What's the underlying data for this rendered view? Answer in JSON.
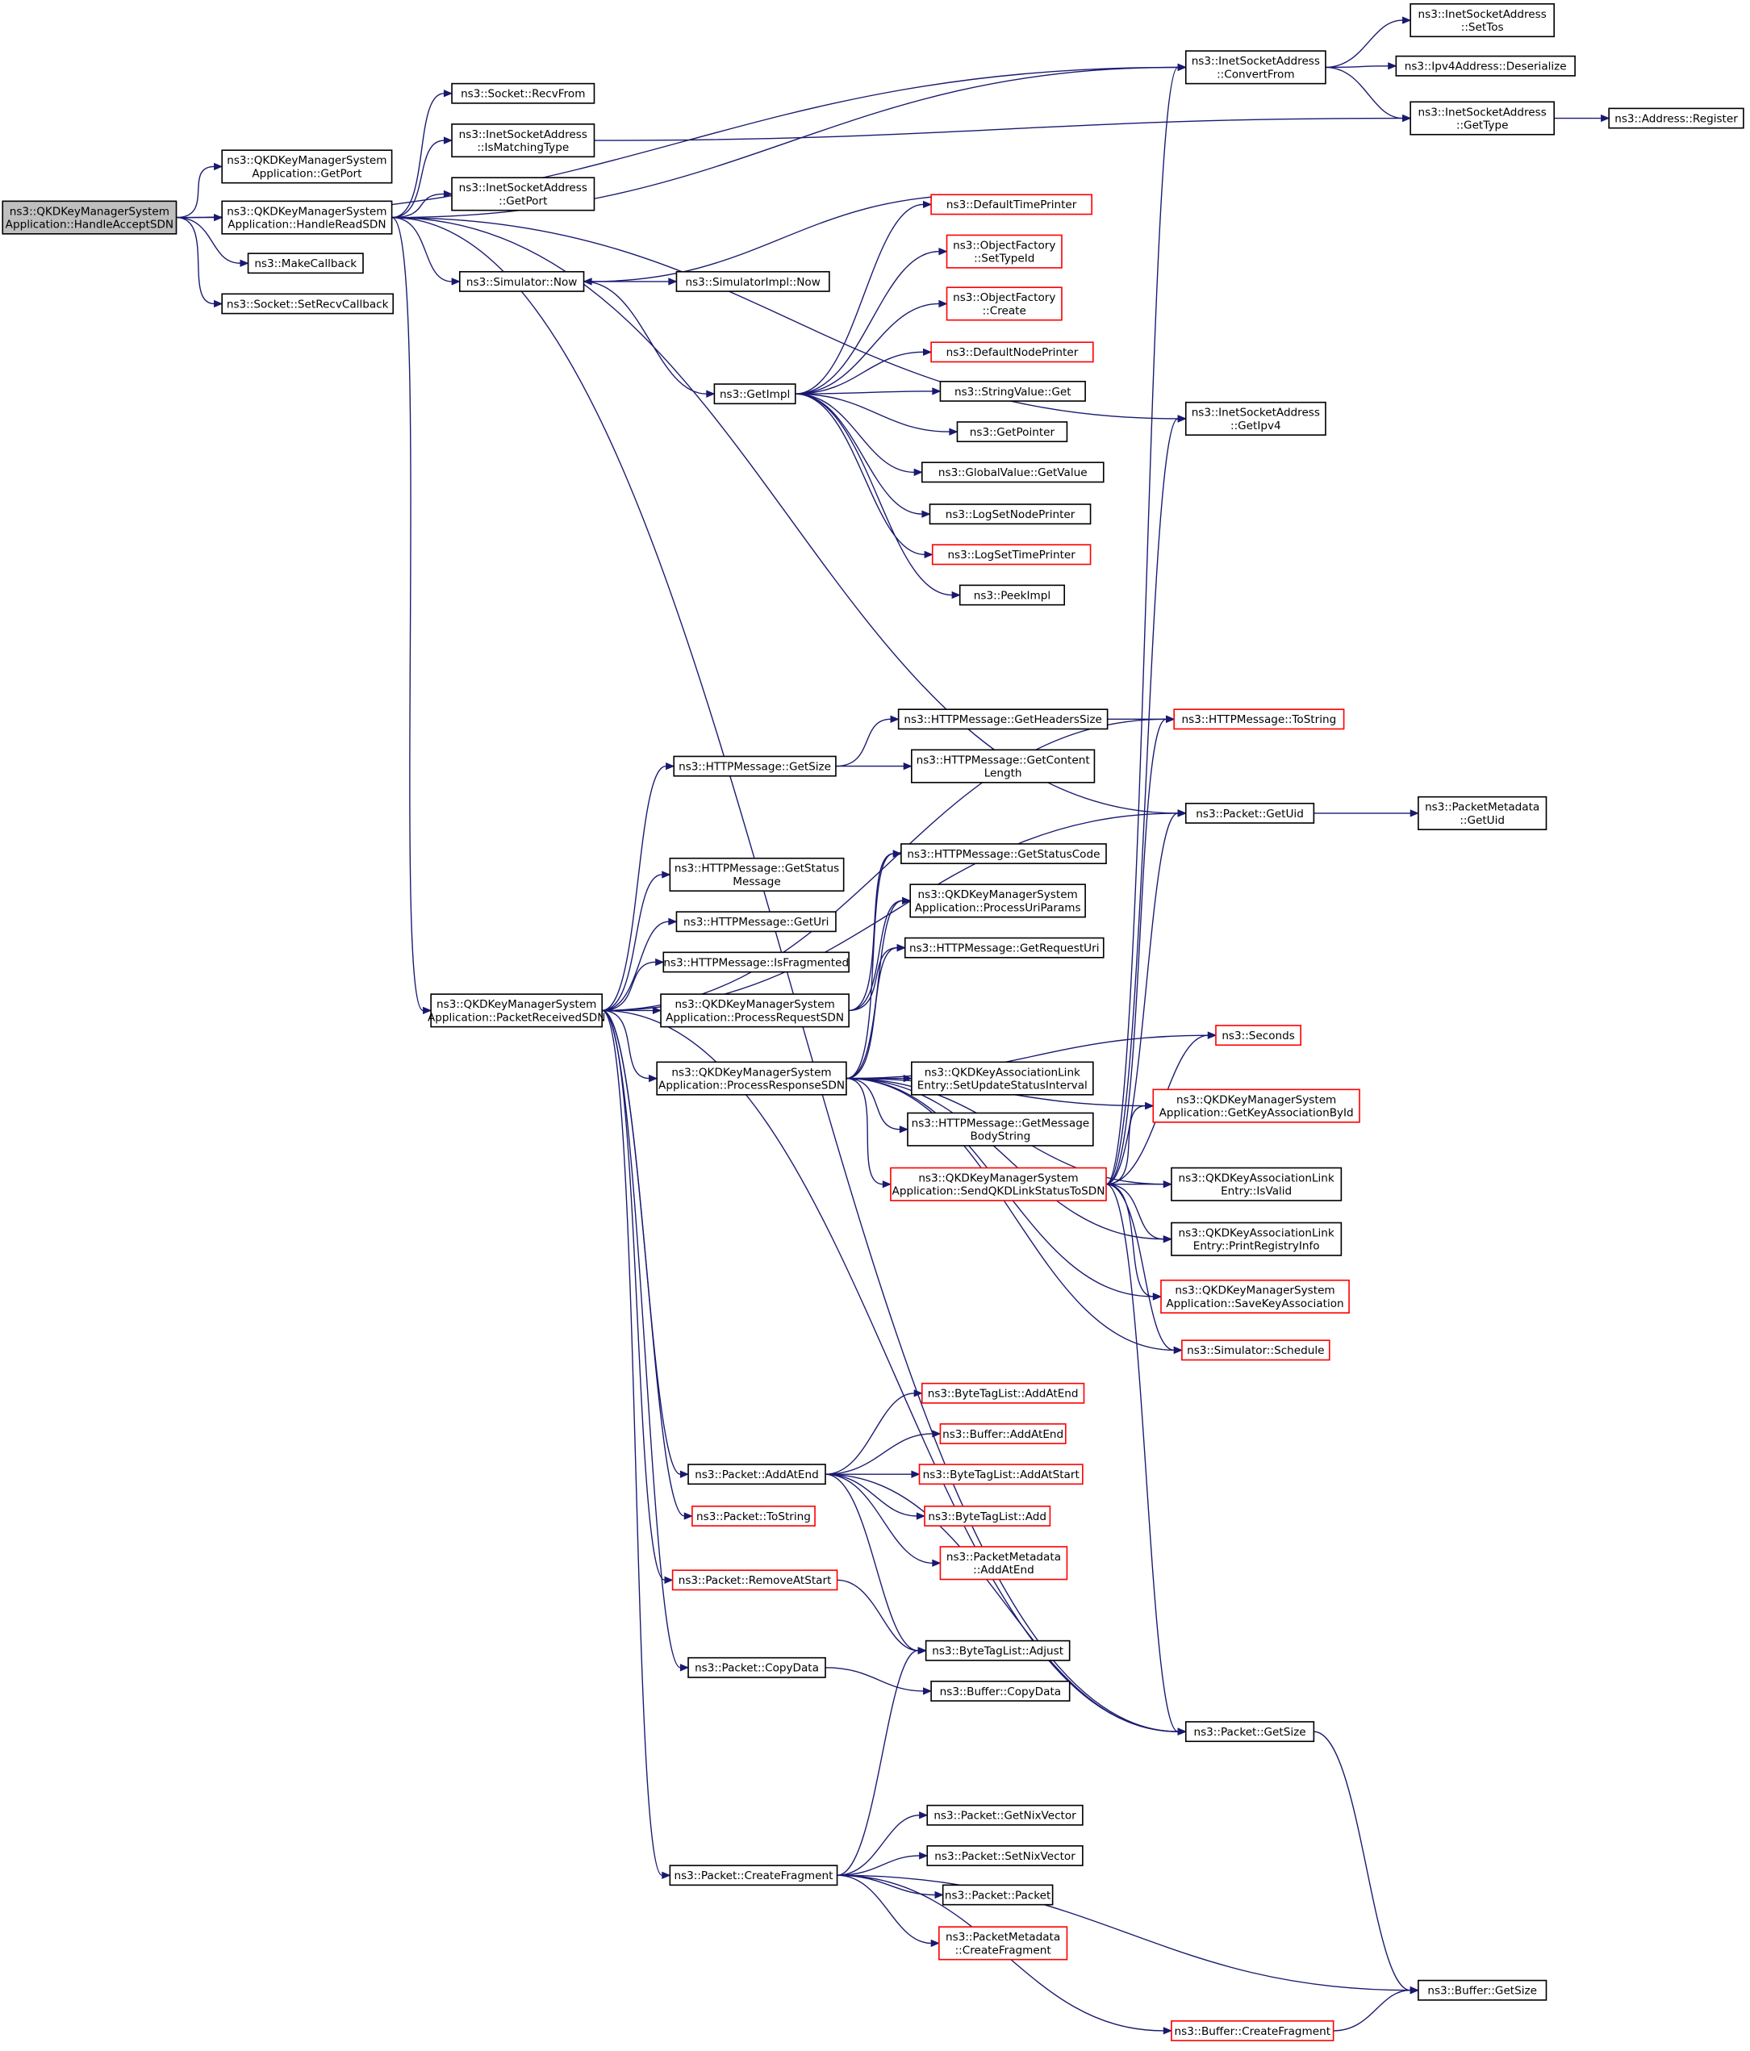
{
  "title": "Call graph of ns3::QKDKeyManagerSystemApplication::HandleAcceptSDN",
  "colors": {
    "edge": "#191970",
    "root_fill": "#bfbfbf",
    "node_fill": "#ffffff",
    "node_border": "#000000",
    "truncated_border": "#ff0000"
  },
  "nodes": [
    {
      "id": "root",
      "lines": [
        "ns3::QKDKeyManagerSystem",
        "Application::HandleAcceptSDN"
      ],
      "root": true
    },
    {
      "id": "getport_app",
      "lines": [
        "ns3::QKDKeyManagerSystem",
        "Application::GetPort"
      ]
    },
    {
      "id": "handleread",
      "lines": [
        "ns3::QKDKeyManagerSystem",
        "Application::HandleReadSDN"
      ]
    },
    {
      "id": "makecallback",
      "lines": [
        "ns3::MakeCallback"
      ]
    },
    {
      "id": "setrecvcb",
      "lines": [
        "ns3::Socket::SetRecvCallback"
      ]
    },
    {
      "id": "recvfrom",
      "lines": [
        "ns3::Socket::RecvFrom"
      ]
    },
    {
      "id": "ismatching",
      "lines": [
        "ns3::InetSocketAddress",
        "::IsMatchingType"
      ]
    },
    {
      "id": "inet_getport",
      "lines": [
        "ns3::InetSocketAddress",
        "::GetPort"
      ]
    },
    {
      "id": "simnow",
      "lines": [
        "ns3::Simulator::Now"
      ]
    },
    {
      "id": "simimplnow",
      "lines": [
        "ns3::SimulatorImpl::Now"
      ]
    },
    {
      "id": "getimpl",
      "lines": [
        "ns3::GetImpl"
      ]
    },
    {
      "id": "defaulttimeprinter",
      "lines": [
        "ns3::DefaultTimePrinter"
      ],
      "truncated": true
    },
    {
      "id": "of_settypeid",
      "lines": [
        "ns3::ObjectFactory",
        "::SetTypeId"
      ],
      "truncated": true
    },
    {
      "id": "of_create",
      "lines": [
        "ns3::ObjectFactory",
        "::Create"
      ],
      "truncated": true
    },
    {
      "id": "defaultnodeprinter",
      "lines": [
        "ns3::DefaultNodePrinter"
      ],
      "truncated": true
    },
    {
      "id": "stringvalueget",
      "lines": [
        "ns3::StringValue::Get"
      ]
    },
    {
      "id": "getpointer",
      "lines": [
        "ns3::GetPointer"
      ]
    },
    {
      "id": "globalvalue",
      "lines": [
        "ns3::GlobalValue::GetValue"
      ]
    },
    {
      "id": "logsetnode",
      "lines": [
        "ns3::LogSetNodePrinter"
      ]
    },
    {
      "id": "logsettime",
      "lines": [
        "ns3::LogSetTimePrinter"
      ],
      "truncated": true
    },
    {
      "id": "peekimpl",
      "lines": [
        "ns3::PeekImpl"
      ]
    },
    {
      "id": "convertfrom",
      "lines": [
        "ns3::InetSocketAddress",
        "::ConvertFrom"
      ]
    },
    {
      "id": "settos",
      "lines": [
        "ns3::InetSocketAddress",
        "::SetTos"
      ]
    },
    {
      "id": "deserialize",
      "lines": [
        "ns3::Ipv4Address::Deserialize"
      ]
    },
    {
      "id": "gettype",
      "lines": [
        "ns3::InetSocketAddress",
        "::GetType"
      ]
    },
    {
      "id": "register",
      "lines": [
        "ns3::Address::Register"
      ]
    },
    {
      "id": "getipv4",
      "lines": [
        "ns3::InetSocketAddress",
        "::GetIpv4"
      ]
    },
    {
      "id": "packetreceived",
      "lines": [
        "ns3::QKDKeyManagerSystem",
        "Application::PacketReceivedSDN"
      ]
    },
    {
      "id": "http_getheaderssize",
      "lines": [
        "ns3::HTTPMessage::GetHeadersSize"
      ]
    },
    {
      "id": "http_tostring",
      "lines": [
        "ns3::HTTPMessage::ToString"
      ],
      "truncated": true
    },
    {
      "id": "http_getsize",
      "lines": [
        "ns3::HTTPMessage::GetSize"
      ]
    },
    {
      "id": "http_getcontentlength",
      "lines": [
        "ns3::HTTPMessage::GetContent",
        "Length"
      ]
    },
    {
      "id": "packet_getuid",
      "lines": [
        "ns3::Packet::GetUid"
      ]
    },
    {
      "id": "pm_getuid",
      "lines": [
        "ns3::PacketMetadata",
        "::GetUid"
      ]
    },
    {
      "id": "http_getstatusmsg",
      "lines": [
        "ns3::HTTPMessage::GetStatus",
        "Message"
      ]
    },
    {
      "id": "http_getstatuscode",
      "lines": [
        "ns3::HTTPMessage::GetStatusCode"
      ]
    },
    {
      "id": "processuriparams",
      "lines": [
        "ns3::QKDKeyManagerSystem",
        "Application::ProcessUriParams"
      ]
    },
    {
      "id": "http_geturi",
      "lines": [
        "ns3::HTTPMessage::GetUri"
      ]
    },
    {
      "id": "http_getrequesturi",
      "lines": [
        "ns3::HTTPMessage::GetRequestUri"
      ]
    },
    {
      "id": "http_isfragmented",
      "lines": [
        "ns3::HTTPMessage::IsFragmented"
      ]
    },
    {
      "id": "processrequest",
      "lines": [
        "ns3::QKDKeyManagerSystem",
        "Application::ProcessRequestSDN"
      ]
    },
    {
      "id": "seconds",
      "lines": [
        "ns3::Seconds"
      ],
      "truncated": true
    },
    {
      "id": "processresponse",
      "lines": [
        "ns3::QKDKeyManagerSystem",
        "Application::ProcessResponseSDN"
      ]
    },
    {
      "id": "setupdatestatus",
      "lines": [
        "ns3::QKDKeyAssociationLink",
        "Entry::SetUpdateStatusInterval"
      ]
    },
    {
      "id": "getkeyassocbyid",
      "lines": [
        "ns3::QKDKeyManagerSystem",
        "Application::GetKeyAssociationById"
      ],
      "truncated": true
    },
    {
      "id": "http_getbody",
      "lines": [
        "ns3::HTTPMessage::GetMessage",
        "BodyString"
      ]
    },
    {
      "id": "sendlinkstatus",
      "lines": [
        "ns3::QKDKeyManagerSystem",
        "Application::SendQKDLinkStatusToSDN"
      ],
      "truncated": true
    },
    {
      "id": "isvalid",
      "lines": [
        "ns3::QKDKeyAssociationLink",
        "Entry::IsValid"
      ]
    },
    {
      "id": "printregistry",
      "lines": [
        "ns3::QKDKeyAssociationLink",
        "Entry::PrintRegistryInfo"
      ]
    },
    {
      "id": "savekeyassoc",
      "lines": [
        "ns3::QKDKeyManagerSystem",
        "Application::SaveKeyAssociation"
      ],
      "truncated": true
    },
    {
      "id": "schedule",
      "lines": [
        "ns3::Simulator::Schedule"
      ],
      "truncated": true
    },
    {
      "id": "btl_addatend",
      "lines": [
        "ns3::ByteTagList::AddAtEnd"
      ],
      "truncated": true
    },
    {
      "id": "buf_addatend",
      "lines": [
        "ns3::Buffer::AddAtEnd"
      ],
      "truncated": true
    },
    {
      "id": "packet_addatend",
      "lines": [
        "ns3::Packet::AddAtEnd"
      ]
    },
    {
      "id": "btl_addatstart",
      "lines": [
        "ns3::ByteTagList::AddAtStart"
      ],
      "truncated": true
    },
    {
      "id": "packet_tostring",
      "lines": [
        "ns3::Packet::ToString"
      ],
      "truncated": true
    },
    {
      "id": "btl_add",
      "lines": [
        "ns3::ByteTagList::Add"
      ],
      "truncated": true
    },
    {
      "id": "pm_addatend",
      "lines": [
        "ns3::PacketMetadata",
        "::AddAtEnd"
      ],
      "truncated": true
    },
    {
      "id": "packet_removeatstart",
      "lines": [
        "ns3::Packet::RemoveAtStart"
      ],
      "truncated": true
    },
    {
      "id": "btl_adjust",
      "lines": [
        "ns3::ByteTagList::Adjust"
      ]
    },
    {
      "id": "packet_copydata",
      "lines": [
        "ns3::Packet::CopyData"
      ]
    },
    {
      "id": "buf_copydata",
      "lines": [
        "ns3::Buffer::CopyData"
      ]
    },
    {
      "id": "packet_getsize",
      "lines": [
        "ns3::Packet::GetSize"
      ]
    },
    {
      "id": "getnixvector",
      "lines": [
        "ns3::Packet::GetNixVector"
      ]
    },
    {
      "id": "setnixvector",
      "lines": [
        "ns3::Packet::SetNixVector"
      ]
    },
    {
      "id": "createfragment",
      "lines": [
        "ns3::Packet::CreateFragment"
      ]
    },
    {
      "id": "packet_packet",
      "lines": [
        "ns3::Packet::Packet"
      ]
    },
    {
      "id": "pm_createfragment",
      "lines": [
        "ns3::PacketMetadata",
        "::CreateFragment"
      ],
      "truncated": true
    },
    {
      "id": "buf_getsize",
      "lines": [
        "ns3::Buffer::GetSize"
      ]
    },
    {
      "id": "buf_createfragment",
      "lines": [
        "ns3::Buffer::CreateFragment"
      ],
      "truncated": true
    }
  ],
  "edges": [
    [
      "root",
      "convertfrom"
    ],
    [
      "root",
      "getport_app"
    ],
    [
      "root",
      "handleread"
    ],
    [
      "root",
      "makecallback"
    ],
    [
      "root",
      "setrecvcb"
    ],
    [
      "handleread",
      "convertfrom"
    ],
    [
      "handleread",
      "recvfrom"
    ],
    [
      "handleread",
      "ismatching"
    ],
    [
      "handleread",
      "inet_getport"
    ],
    [
      "handleread",
      "getipv4"
    ],
    [
      "handleread",
      "simnow"
    ],
    [
      "handleread",
      "packet_getuid"
    ],
    [
      "handleread",
      "packetreceived"
    ],
    [
      "handleread",
      "packet_getsize"
    ],
    [
      "ismatching",
      "gettype"
    ],
    [
      "convertfrom",
      "settos"
    ],
    [
      "convertfrom",
      "deserialize"
    ],
    [
      "convertfrom",
      "gettype"
    ],
    [
      "gettype",
      "register"
    ],
    [
      "simnow",
      "simimplnow"
    ],
    [
      "simnow",
      "getimpl"
    ],
    [
      "defaulttimeprinter",
      "simnow"
    ],
    [
      "getimpl",
      "defaulttimeprinter"
    ],
    [
      "getimpl",
      "of_settypeid"
    ],
    [
      "getimpl",
      "of_create"
    ],
    [
      "getimpl",
      "defaultnodeprinter"
    ],
    [
      "getimpl",
      "stringvalueget"
    ],
    [
      "getimpl",
      "getpointer"
    ],
    [
      "getimpl",
      "globalvalue"
    ],
    [
      "getimpl",
      "logsetnode"
    ],
    [
      "getimpl",
      "logsettime"
    ],
    [
      "getimpl",
      "peekimpl"
    ],
    [
      "packetreceived",
      "http_tostring"
    ],
    [
      "packetreceived",
      "http_getsize"
    ],
    [
      "packetreceived",
      "packet_getuid"
    ],
    [
      "packetreceived",
      "http_getstatusmsg"
    ],
    [
      "packetreceived",
      "http_geturi"
    ],
    [
      "packetreceived",
      "http_isfragmented"
    ],
    [
      "packetreceived",
      "processrequest"
    ],
    [
      "packetreceived",
      "processresponse"
    ],
    [
      "packetreceived",
      "packet_addatend"
    ],
    [
      "packetreceived",
      "packet_tostring"
    ],
    [
      "packetreceived",
      "packet_removeatstart"
    ],
    [
      "packetreceived",
      "packet_copydata"
    ],
    [
      "packetreceived",
      "packet_getsize"
    ],
    [
      "packetreceived",
      "createfragment"
    ],
    [
      "http_getsize",
      "http_getheaderssize"
    ],
    [
      "http_getsize",
      "http_getcontentlength"
    ],
    [
      "http_getheaderssize",
      "http_tostring"
    ],
    [
      "packet_getuid",
      "pm_getuid"
    ],
    [
      "processrequest",
      "http_getstatuscode"
    ],
    [
      "processrequest",
      "processuriparams"
    ],
    [
      "processrequest",
      "http_getrequesturi"
    ],
    [
      "processresponse",
      "http_getstatuscode"
    ],
    [
      "processresponse",
      "processuriparams"
    ],
    [
      "processresponse",
      "http_getrequesturi"
    ],
    [
      "processresponse",
      "seconds"
    ],
    [
      "processresponse",
      "getkeyassocbyid"
    ],
    [
      "processresponse",
      "setupdatestatus"
    ],
    [
      "processresponse",
      "http_getbody"
    ],
    [
      "processresponse",
      "sendlinkstatus"
    ],
    [
      "processresponse",
      "isvalid"
    ],
    [
      "processresponse",
      "printregistry"
    ],
    [
      "processresponse",
      "savekeyassoc"
    ],
    [
      "processresponse",
      "schedule"
    ],
    [
      "sendlinkstatus",
      "convertfrom"
    ],
    [
      "sendlinkstatus",
      "getipv4"
    ],
    [
      "sendlinkstatus",
      "http_tostring"
    ],
    [
      "sendlinkstatus",
      "packet_getuid"
    ],
    [
      "sendlinkstatus",
      "seconds"
    ],
    [
      "sendlinkstatus",
      "getkeyassocbyid"
    ],
    [
      "sendlinkstatus",
      "isvalid"
    ],
    [
      "sendlinkstatus",
      "printregistry"
    ],
    [
      "sendlinkstatus",
      "savekeyassoc"
    ],
    [
      "sendlinkstatus",
      "schedule"
    ],
    [
      "sendlinkstatus",
      "packet_getsize"
    ],
    [
      "packet_addatend",
      "btl_addatend"
    ],
    [
      "packet_addatend",
      "buf_addatend"
    ],
    [
      "packet_addatend",
      "btl_addatstart"
    ],
    [
      "packet_addatend",
      "btl_add"
    ],
    [
      "packet_addatend",
      "pm_addatend"
    ],
    [
      "packet_addatend",
      "btl_adjust"
    ],
    [
      "packet_addatend",
      "packet_getsize"
    ],
    [
      "packet_removeatstart",
      "btl_adjust"
    ],
    [
      "packet_copydata",
      "buf_copydata"
    ],
    [
      "createfragment",
      "btl_adjust"
    ],
    [
      "createfragment",
      "getnixvector"
    ],
    [
      "createfragment",
      "setnixvector"
    ],
    [
      "createfragment",
      "packet_packet"
    ],
    [
      "createfragment",
      "pm_createfragment"
    ],
    [
      "createfragment",
      "buf_getsize"
    ],
    [
      "createfragment",
      "buf_createfragment"
    ],
    [
      "packet_getsize",
      "buf_getsize"
    ],
    [
      "buf_createfragment",
      "buf_getsize"
    ]
  ]
}
